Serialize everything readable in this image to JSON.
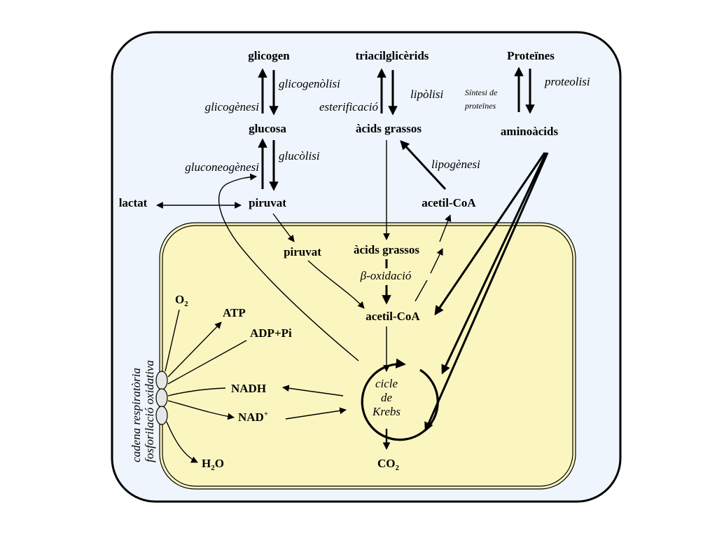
{
  "labels": {
    "glicogen": "glicogen",
    "triacilglicerids": "triacilglicèrids",
    "proteines": "Proteïnes",
    "glicogenolisi": "glicogenòlisi",
    "glicogenesi": "glicogènesi",
    "lipolisi": "lipòlisi",
    "esterificacio": "esterificació",
    "proteolisi": "proteolisi",
    "sintesi_line1": "Síntesi de",
    "sintesi_line2": "proteïnes",
    "glucosa": "glucosa",
    "acids_grassos_top": "àcids grassos",
    "aminoacids": "aminoàcids",
    "glucolisi": "glucòlisi",
    "gluconeogenesi": "gluconeogènesi",
    "lipogenesi": "lipogènesi",
    "lactat": "lactat",
    "piruvat_top": "piruvat",
    "acetil_coa_top": "acetil-CoA",
    "piruvat_mito": "piruvat",
    "acids_grassos_mito": "àcids grassos",
    "beta_oxidacio": "β-oxidació",
    "o2_main": "O",
    "o2_sub": "2",
    "atp": "ATP",
    "adp_pi": "ADP+Pi",
    "acetil_coa_mito": "acetil-CoA",
    "cadena_line1": "cadena respiratòria",
    "cadena_line2": "fosforilació oxidativa",
    "nadh": "NADH",
    "nad_main": "NAD",
    "nad_sup": "+",
    "cicle": "cicle",
    "de": "de",
    "krebs": "Krebs",
    "h2o_h": "H",
    "h2o_sub": "2",
    "h2o_o": "O",
    "co2_main": "CO",
    "co2_sub": "2"
  },
  "colors": {
    "cell_fill": "#eef5fc",
    "mito_fill": "#fbf6c0",
    "complex_fill": "#e6e6e6",
    "ink": "#000000"
  }
}
